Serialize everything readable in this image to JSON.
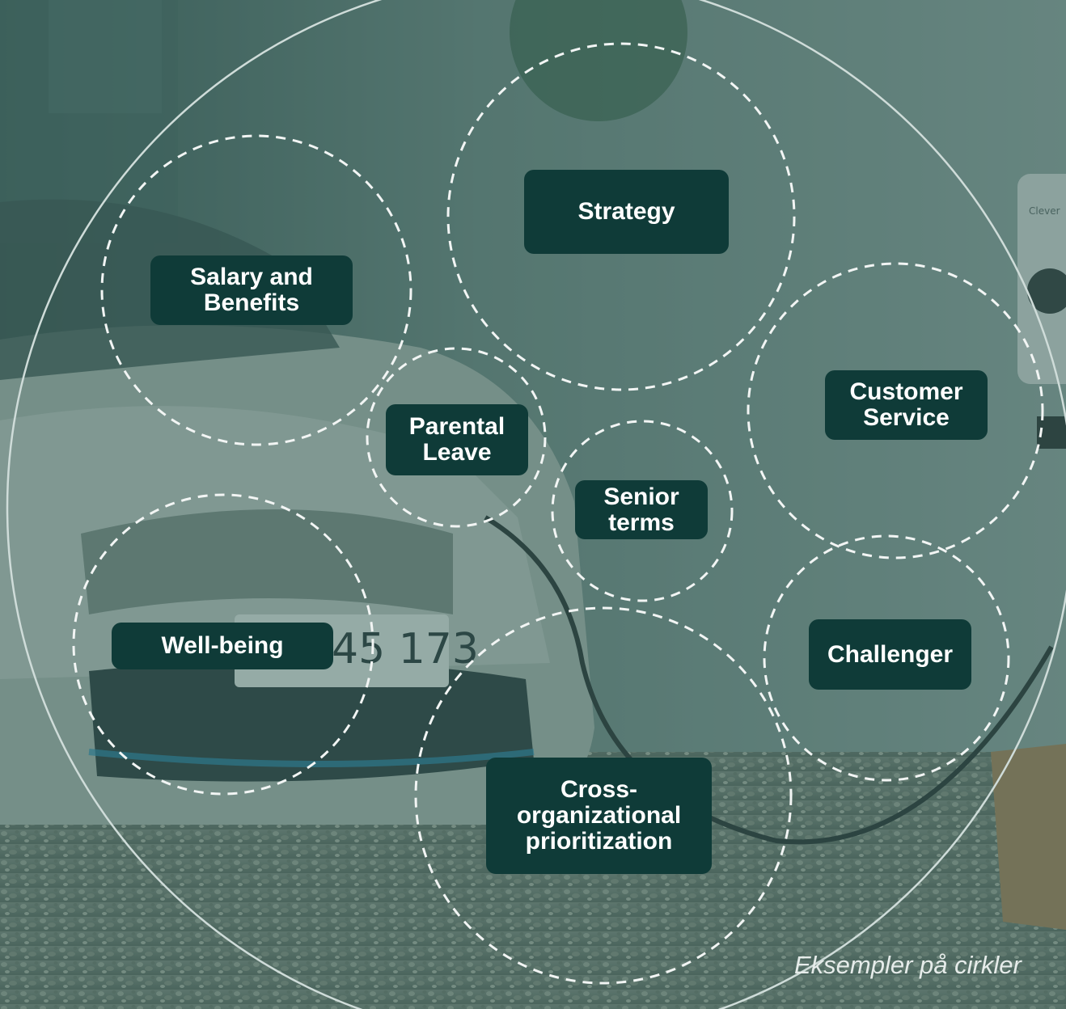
{
  "circles": [
    {
      "id": "strategy",
      "label": "Strategy"
    },
    {
      "id": "salary-and-benefits",
      "label": "Salary and\nBenefits"
    },
    {
      "id": "customer-service",
      "label": "Customer\nService"
    },
    {
      "id": "parental-leave",
      "label": "Parental\nLeave"
    },
    {
      "id": "senior-terms",
      "label": "Senior\nterms"
    },
    {
      "id": "well-being",
      "label": "Well-being"
    },
    {
      "id": "challenger",
      "label": "Challenger"
    },
    {
      "id": "cross-organizational-prioritization",
      "label": "Cross-\norganizational\nprioritization"
    }
  ],
  "caption": "Eksempler på cirkler",
  "colors": {
    "label_bg": "#0f3b38",
    "label_text": "#ffffff",
    "dashed_circle": "#f2f5f4",
    "outer_circle": "#cfdcd9",
    "photo_tint": "#2f5a55"
  }
}
